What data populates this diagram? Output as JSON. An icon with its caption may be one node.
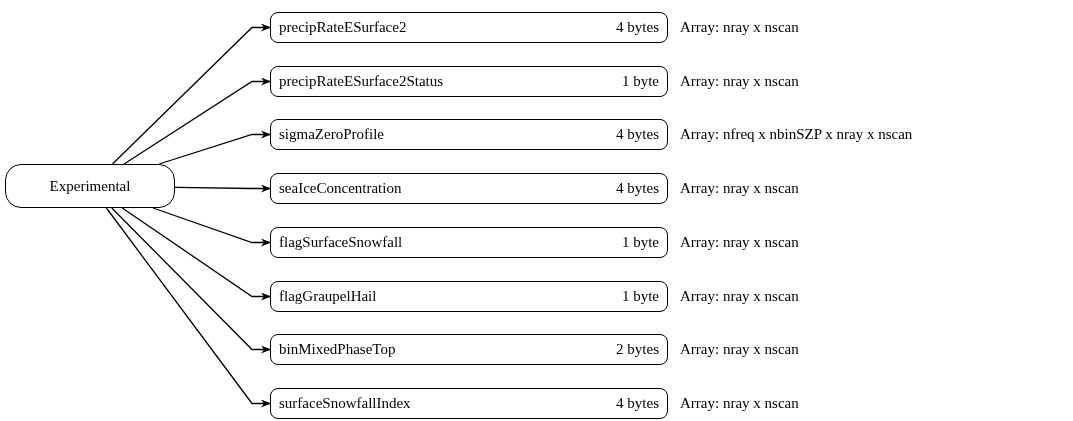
{
  "diagram": {
    "nodes": [
      {
        "text": [
          "Experimental"
        ]
      },
      {
        "text": [
          "precipRateESurface2",
          "4 bytes"
        ],
        "beside": [
          "Array: nray x nscan"
        ]
      },
      {
        "text": [
          "precipRateESurface2Status",
          "1 byte"
        ],
        "beside": [
          "Array: nray x nscan"
        ]
      },
      {
        "text": [
          "sigmaZeroProfile",
          "4 bytes"
        ],
        "beside": [
          "Array: nfreq x nbinSZP x nray x nscan"
        ]
      },
      {
        "text": [
          "seaIceConcentration",
          "4 bytes"
        ],
        "beside": [
          "Array: nray x nscan"
        ]
      },
      {
        "text": [
          "flagSurfaceSnowfall",
          "1 byte"
        ],
        "beside": [
          "Array: nray x nscan"
        ]
      },
      {
        "text": [
          "flagGraupelHail",
          "1 byte"
        ],
        "beside": [
          "Array: nray x nscan"
        ]
      },
      {
        "text": [
          "binMixedPhaseTop",
          "2 bytes"
        ],
        "beside": [
          "Array: nray x nscan"
        ]
      },
      {
        "text": [
          "surfaceSnowfallIndex",
          "4 bytes"
        ],
        "beside": [
          "Array: nray x nscan"
        ]
      }
    ],
    "edges": [
      {
        "from": 0,
        "to": 1,
        "arrow": "to"
      },
      {
        "from": 0,
        "to": 2,
        "arrow": "to"
      },
      {
        "from": 0,
        "to": 3,
        "arrow": "to"
      },
      {
        "from": 0,
        "to": 4,
        "arrow": "to"
      },
      {
        "from": 0,
        "to": 5,
        "arrow": "to"
      },
      {
        "from": 0,
        "to": 6,
        "arrow": "to"
      },
      {
        "from": 0,
        "to": 7,
        "arrow": "to"
      },
      {
        "from": 0,
        "to": 8,
        "arrow": "to"
      }
    ]
  }
}
